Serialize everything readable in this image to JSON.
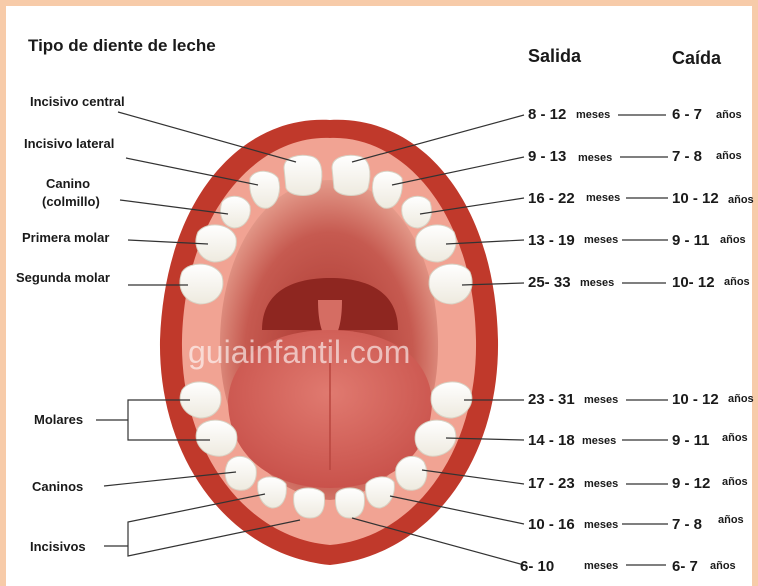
{
  "title": "Tipo de diente de leche",
  "headers": {
    "salida": "Salida",
    "caida": "Caída"
  },
  "left_labels": {
    "incisivo_central": "Incisivo central",
    "incisivo_lateral": "Incisivo lateral",
    "canino": "Canino",
    "colmillo": "(colmillo)",
    "primera_molar": "Primera molar",
    "segunda_molar": "Segunda molar",
    "molares": "Molares",
    "caninos": "Caninos",
    "incisivos": "Incisivos"
  },
  "watermark": "guiainfantil.com",
  "rows": [
    {
      "salida": "8 - 12",
      "salida_unit": "meses",
      "caida": "6 - 7",
      "caida_unit": "años"
    },
    {
      "salida": "9 - 13",
      "salida_unit": "meses",
      "caida": "7 - 8",
      "caida_unit": "años"
    },
    {
      "salida": "16 - 22",
      "salida_unit": "meses",
      "caida": "10 - 12",
      "caida_unit": "años"
    },
    {
      "salida": "13 - 19",
      "salida_unit": "meses",
      "caida": "9 - 11",
      "caida_unit": "años"
    },
    {
      "salida": "25- 33",
      "salida_unit": "meses",
      "caida": "10- 12",
      "caida_unit": "años"
    },
    {
      "salida": "23 - 31",
      "salida_unit": "meses",
      "caida": "10 - 12",
      "caida_unit": "años"
    },
    {
      "salida": "14 - 18",
      "salida_unit": "meses",
      "caida": "9 - 11",
      "caida_unit": "años"
    },
    {
      "salida": "17 - 23",
      "salida_unit": "meses",
      "caida": "9 - 12",
      "caida_unit": "años"
    },
    {
      "salida": "10 - 16",
      "salida_unit": "meses",
      "caida": "7 - 8",
      "caida_unit": "años"
    },
    {
      "salida": "6- 10",
      "salida_unit": "meses",
      "caida": "6- 7",
      "caida_unit": "años"
    }
  ],
  "colors": {
    "lips": "#c0392b",
    "gums": "#f1a393",
    "tongue": "#d45d57",
    "throat": "#8e2620",
    "tooth": "#fdfdf7"
  }
}
